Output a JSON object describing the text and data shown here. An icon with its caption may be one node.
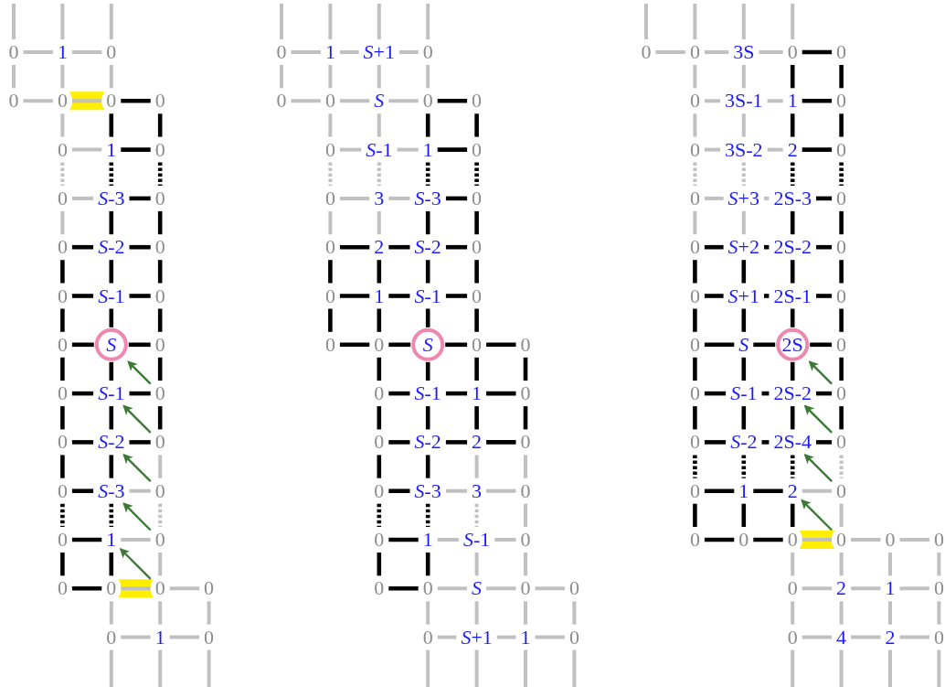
{
  "diagram": {
    "nodes": [
      {
        "text": [
          "0"
        ]
      },
      {
        "text": [
          "1"
        ]
      },
      {
        "text": [
          "0"
        ]
      },
      {
        "text": [
          "0"
        ]
      },
      {
        "text": [
          "0"
        ]
      },
      {
        "text": [
          "0"
        ]
      },
      {
        "text": [
          "0"
        ]
      },
      {
        "text": [
          "0"
        ]
      },
      {
        "text": [
          "1"
        ]
      },
      {
        "text": [
          "0"
        ]
      },
      {
        "text": [
          "0"
        ]
      },
      {
        "text": [
          "*S*-3"
        ]
      },
      {
        "text": [
          "0"
        ]
      },
      {
        "text": [
          "0"
        ]
      },
      {
        "text": [
          "*S*-2"
        ]
      },
      {
        "text": [
          "0"
        ]
      },
      {
        "text": [
          "0"
        ]
      },
      {
        "text": [
          "*S*-1"
        ]
      },
      {
        "text": [
          "0"
        ]
      },
      {
        "text": [
          "0"
        ]
      },
      {
        "text": [
          "S"
        ]
      },
      {
        "text": [
          "0"
        ]
      },
      {
        "text": [
          "0"
        ]
      },
      {
        "text": [
          "*S*-1"
        ]
      },
      {
        "text": [
          "0"
        ]
      },
      {
        "text": [
          "0"
        ]
      },
      {
        "text": [
          "*S*-2"
        ]
      },
      {
        "text": [
          "0"
        ]
      },
      {
        "text": [
          "0"
        ]
      },
      {
        "text": [
          "*S*-3"
        ]
      },
      {
        "text": [
          "0"
        ]
      },
      {
        "text": [
          "0"
        ]
      },
      {
        "text": [
          "1"
        ]
      },
      {
        "text": [
          "0"
        ]
      },
      {
        "text": [
          "0"
        ]
      },
      {
        "text": [
          "0"
        ]
      },
      {
        "text": [
          "0"
        ]
      },
      {
        "text": [
          "0"
        ]
      },
      {
        "text": [
          "0"
        ]
      },
      {
        "text": [
          "1"
        ]
      },
      {
        "text": [
          "0"
        ]
      },
      {
        "text": [
          "0"
        ]
      },
      {
        "text": [
          "1"
        ]
      },
      {
        "text": [
          "*S*+1"
        ]
      },
      {
        "text": [
          "0"
        ]
      },
      {
        "text": [
          "0"
        ]
      },
      {
        "text": [
          "0"
        ]
      },
      {
        "text": [
          "S"
        ]
      },
      {
        "text": [
          "0"
        ]
      },
      {
        "text": [
          "0"
        ]
      },
      {
        "text": [
          "0"
        ]
      },
      {
        "text": [
          "*S*-1"
        ]
      },
      {
        "text": [
          "1"
        ]
      },
      {
        "text": [
          "0"
        ]
      },
      {
        "text": [
          "0"
        ]
      },
      {
        "text": [
          "3"
        ]
      },
      {
        "text": [
          "*S*-3"
        ]
      },
      {
        "text": [
          "0"
        ]
      },
      {
        "text": [
          "0"
        ]
      },
      {
        "text": [
          "2"
        ]
      },
      {
        "text": [
          "*S*-2"
        ]
      },
      {
        "text": [
          "0"
        ]
      },
      {
        "text": [
          "0"
        ]
      },
      {
        "text": [
          "1"
        ]
      },
      {
        "text": [
          "*S*-1"
        ]
      },
      {
        "text": [
          "0"
        ]
      },
      {
        "text": [
          "0"
        ]
      },
      {
        "text": [
          "0"
        ]
      },
      {
        "text": [
          "S"
        ]
      },
      {
        "text": [
          "0"
        ]
      },
      {
        "text": [
          "0"
        ]
      },
      {
        "text": [
          "0"
        ]
      },
      {
        "text": [
          "*S*-1"
        ]
      },
      {
        "text": [
          "1"
        ]
      },
      {
        "text": [
          "0"
        ]
      },
      {
        "text": [
          "0"
        ]
      },
      {
        "text": [
          "*S*-2"
        ]
      },
      {
        "text": [
          "2"
        ]
      },
      {
        "text": [
          "0"
        ]
      },
      {
        "text": [
          "0"
        ]
      },
      {
        "text": [
          "*S*-3"
        ]
      },
      {
        "text": [
          "3"
        ]
      },
      {
        "text": [
          "0"
        ]
      },
      {
        "text": [
          "0"
        ]
      },
      {
        "text": [
          "1"
        ]
      },
      {
        "text": [
          "*S*-1"
        ]
      },
      {
        "text": [
          "0"
        ]
      },
      {
        "text": [
          "0"
        ]
      },
      {
        "text": [
          "0"
        ]
      },
      {
        "text": [
          "S"
        ]
      },
      {
        "text": [
          "0"
        ]
      },
      {
        "text": [
          "0"
        ]
      },
      {
        "text": [
          "0"
        ]
      },
      {
        "text": [
          "*S*+1"
        ]
      },
      {
        "text": [
          "1"
        ]
      },
      {
        "text": [
          "0"
        ]
      },
      {
        "text": [
          "0"
        ]
      },
      {
        "text": [
          "0"
        ]
      },
      {
        "text": [
          "3S"
        ]
      },
      {
        "text": [
          "0"
        ]
      },
      {
        "text": [
          "0"
        ]
      },
      {
        "text": [
          "0"
        ]
      },
      {
        "text": [
          "3S-1"
        ]
      },
      {
        "text": [
          "1"
        ]
      },
      {
        "text": [
          "0"
        ]
      },
      {
        "text": [
          "0"
        ]
      },
      {
        "text": [
          "3S-2"
        ]
      },
      {
        "text": [
          "2"
        ]
      },
      {
        "text": [
          "0"
        ]
      },
      {
        "text": [
          "0"
        ]
      },
      {
        "text": [
          "*S*+3"
        ]
      },
      {
        "text": [
          "2S-3"
        ]
      },
      {
        "text": [
          "0"
        ]
      },
      {
        "text": [
          "0"
        ]
      },
      {
        "text": [
          "*S*+2"
        ]
      },
      {
        "text": [
          "2S-2"
        ]
      },
      {
        "text": [
          "0"
        ]
      },
      {
        "text": [
          "0"
        ]
      },
      {
        "text": [
          "*S*+1"
        ]
      },
      {
        "text": [
          "2S-1"
        ]
      },
      {
        "text": [
          "0"
        ]
      },
      {
        "text": [
          "0"
        ]
      },
      {
        "text": [
          "S"
        ]
      },
      {
        "text": [
          "2S"
        ]
      },
      {
        "text": [
          "0"
        ]
      },
      {
        "text": [
          "0"
        ]
      },
      {
        "text": [
          "*S*-1"
        ]
      },
      {
        "text": [
          "2S-2"
        ]
      },
      {
        "text": [
          "0"
        ]
      },
      {
        "text": [
          "0"
        ]
      },
      {
        "text": [
          "*S*-2"
        ]
      },
      {
        "text": [
          "2S-4"
        ]
      },
      {
        "text": [
          "0"
        ]
      },
      {
        "text": [
          "0"
        ]
      },
      {
        "text": [
          "1"
        ]
      },
      {
        "text": [
          "2"
        ]
      },
      {
        "text": [
          "0"
        ]
      },
      {
        "text": [
          "0"
        ]
      },
      {
        "text": [
          "0"
        ]
      },
      {
        "text": [
          "0"
        ]
      },
      {
        "text": [
          "0"
        ]
      },
      {
        "text": [
          "0"
        ]
      },
      {
        "text": [
          "0"
        ]
      },
      {
        "text": [
          "0"
        ]
      },
      {
        "text": [
          "2"
        ]
      },
      {
        "text": [
          "1"
        ]
      },
      {
        "text": [
          "0"
        ]
      },
      {
        "text": [
          "0"
        ]
      },
      {
        "text": [
          "4"
        ]
      },
      {
        "text": [
          "2"
        ]
      },
      {
        "text": [
          "0"
        ]
      }
    ],
    "edges": [
      {
        "from": 0,
        "to": null,
        "arrow": "none",
        "color": "#c0c0c0"
      },
      {
        "from": 1,
        "to": null,
        "arrow": "none",
        "color": "#c0c0c0"
      },
      {
        "from": 2,
        "to": null,
        "arrow": "none",
        "color": "#c0c0c0"
      },
      {
        "from": 0,
        "to": 1,
        "arrow": "none",
        "color": "#c0c0c0"
      },
      {
        "from": 1,
        "to": 2,
        "arrow": "none",
        "color": "#c0c0c0"
      },
      {
        "from": 0,
        "to": 3,
        "arrow": "none",
        "color": "#c0c0c0"
      },
      {
        "from": 1,
        "to": 4,
        "arrow": "none",
        "color": "#c0c0c0"
      },
      {
        "from": 2,
        "to": 5,
        "arrow": "none",
        "color": "#c0c0c0"
      },
      {
        "from": 3,
        "to": 4,
        "arrow": "none",
        "color": "#c0c0c0"
      },
      {
        "from": 4,
        "to": 5,
        "arrow": "none",
        "color": "#c0c0c0"
      },
      {
        "from": 5,
        "to": 6,
        "arrow": "none"
      },
      {
        "from": 4,
        "to": 7,
        "arrow": "none",
        "color": "#c0c0c0"
      },
      {
        "from": 5,
        "to": 8,
        "arrow": "none"
      },
      {
        "from": 6,
        "to": 9,
        "arrow": "none"
      },
      {
        "from": 7,
        "to": 8,
        "arrow": "none",
        "color": "#c0c0c0"
      },
      {
        "from": 8,
        "to": 9,
        "arrow": "none"
      },
      {
        "from": 7,
        "to": 10,
        "arrow": "none",
        "style": "dashed",
        "color": "#c0c0c0"
      },
      {
        "from": 8,
        "to": 11,
        "arrow": "none",
        "style": "dashed"
      },
      {
        "from": 9,
        "to": 12,
        "arrow": "none",
        "style": "dashed"
      },
      {
        "from": 10,
        "to": 11,
        "arrow": "none",
        "color": "#c0c0c0"
      },
      {
        "from": 11,
        "to": 12,
        "arrow": "none"
      },
      {
        "from": 10,
        "to": 13,
        "arrow": "none",
        "color": "#c0c0c0"
      },
      {
        "from": 11,
        "to": 14,
        "arrow": "none"
      },
      {
        "from": 12,
        "to": 15,
        "arrow": "none"
      },
      {
        "from": 13,
        "to": 14,
        "arrow": "none"
      },
      {
        "from": 14,
        "to": 15,
        "arrow": "none"
      },
      {
        "from": 13,
        "to": 16,
        "arrow": "none"
      },
      {
        "from": 14,
        "to": 17,
        "arrow": "none"
      },
      {
        "from": 15,
        "to": 18,
        "arrow": "none"
      },
      {
        "from": 16,
        "to": 17,
        "arrow": "none"
      },
      {
        "from": 17,
        "to": 18,
        "arrow": "none"
      },
      {
        "from": 16,
        "to": 19,
        "arrow": "none"
      },
      {
        "from": 17,
        "to": 20,
        "arrow": "none"
      },
      {
        "from": 18,
        "to": 21,
        "arrow": "none"
      },
      {
        "from": 19,
        "to": 20,
        "arrow": "none"
      },
      {
        "from": 20,
        "to": 21,
        "arrow": "none"
      },
      {
        "from": 19,
        "to": 22,
        "arrow": "none"
      },
      {
        "from": 20,
        "to": 23,
        "arrow": "none"
      },
      {
        "from": 21,
        "to": 24,
        "arrow": "none"
      },
      {
        "from": 22,
        "to": 23,
        "arrow": "none"
      },
      {
        "from": 23,
        "to": 24,
        "arrow": "none"
      },
      {
        "from": 22,
        "to": 25,
        "arrow": "none"
      },
      {
        "from": 23,
        "to": 26,
        "arrow": "none"
      },
      {
        "from": 24,
        "to": 27,
        "arrow": "none"
      },
      {
        "from": 25,
        "to": 26,
        "arrow": "none"
      },
      {
        "from": 26,
        "to": 27,
        "arrow": "none"
      },
      {
        "from": 25,
        "to": 28,
        "arrow": "none"
      },
      {
        "from": 26,
        "to": 29,
        "arrow": "none"
      },
      {
        "from": 27,
        "to": 30,
        "arrow": "none",
        "color": "#c0c0c0"
      },
      {
        "from": 28,
        "to": 29,
        "arrow": "none"
      },
      {
        "from": 29,
        "to": 30,
        "arrow": "none",
        "color": "#c0c0c0"
      },
      {
        "from": 28,
        "to": 31,
        "arrow": "none",
        "style": "dashed"
      },
      {
        "from": 29,
        "to": 32,
        "arrow": "none",
        "style": "dashed"
      },
      {
        "from": 30,
        "to": 33,
        "arrow": "none",
        "style": "dashed",
        "color": "#c0c0c0"
      },
      {
        "from": 31,
        "to": 32,
        "arrow": "none"
      },
      {
        "from": 32,
        "to": 33,
        "arrow": "none",
        "color": "#c0c0c0"
      },
      {
        "from": 31,
        "to": 34,
        "arrow": "none"
      },
      {
        "from": 32,
        "to": 35,
        "arrow": "none"
      },
      {
        "from": 33,
        "to": 36,
        "arrow": "none",
        "color": "#c0c0c0"
      },
      {
        "from": 34,
        "to": 35,
        "arrow": "none"
      },
      {
        "from": 35,
        "to": 36,
        "arrow": "none",
        "color": "#c0c0c0"
      },
      {
        "from": 36,
        "to": 37,
        "arrow": "none",
        "color": "#c0c0c0"
      },
      {
        "from": 35,
        "to": 38,
        "arrow": "none",
        "color": "#c0c0c0"
      },
      {
        "from": 36,
        "to": 39,
        "arrow": "none",
        "color": "#c0c0c0"
      },
      {
        "from": 37,
        "to": 40,
        "arrow": "none",
        "color": "#c0c0c0"
      },
      {
        "from": 38,
        "to": 39,
        "arrow": "none",
        "color": "#c0c0c0"
      },
      {
        "from": 39,
        "to": 40,
        "arrow": "none",
        "color": "#c0c0c0"
      },
      {
        "from": 38,
        "to": null,
        "arrow": "none",
        "color": "#c0c0c0"
      },
      {
        "from": 39,
        "to": null,
        "arrow": "none",
        "color": "#c0c0c0"
      },
      {
        "from": 40,
        "to": null,
        "arrow": "none",
        "color": "#c0c0c0"
      },
      {
        "from": 24,
        "to": 20,
        "arrow": "to",
        "color": "#3b7a35"
      },
      {
        "from": 27,
        "to": 23,
        "arrow": "to",
        "color": "#3b7a35"
      },
      {
        "from": 30,
        "to": 26,
        "arrow": "to",
        "color": "#3b7a35"
      },
      {
        "from": 33,
        "to": 29,
        "arrow": "to",
        "color": "#3b7a35"
      },
      {
        "from": 36,
        "to": 32,
        "arrow": "to",
        "color": "#3b7a35"
      },
      {
        "from": 41,
        "to": null,
        "arrow": "none",
        "color": "#c0c0c0"
      },
      {
        "from": 42,
        "to": null,
        "arrow": "none",
        "color": "#c0c0c0"
      },
      {
        "from": 43,
        "to": null,
        "arrow": "none",
        "color": "#c0c0c0"
      },
      {
        "from": 44,
        "to": null,
        "arrow": "none",
        "color": "#c0c0c0"
      },
      {
        "from": 41,
        "to": 42,
        "arrow": "none",
        "color": "#c0c0c0"
      },
      {
        "from": 42,
        "to": 43,
        "arrow": "none",
        "color": "#c0c0c0"
      },
      {
        "from": 43,
        "to": 44,
        "arrow": "none",
        "color": "#c0c0c0"
      },
      {
        "from": 41,
        "to": 45,
        "arrow": "none",
        "color": "#c0c0c0"
      },
      {
        "from": 42,
        "to": 46,
        "arrow": "none",
        "color": "#c0c0c0"
      },
      {
        "from": 43,
        "to": 47,
        "arrow": "none",
        "color": "#c0c0c0"
      },
      {
        "from": 44,
        "to": 48,
        "arrow": "none",
        "color": "#c0c0c0"
      },
      {
        "from": 45,
        "to": 46,
        "arrow": "none",
        "color": "#c0c0c0"
      },
      {
        "from": 46,
        "to": 47,
        "arrow": "none",
        "color": "#c0c0c0"
      },
      {
        "from": 47,
        "to": 48,
        "arrow": "none",
        "color": "#c0c0c0"
      },
      {
        "from": 48,
        "to": 49,
        "arrow": "none"
      },
      {
        "from": 46,
        "to": 50,
        "arrow": "none",
        "color": "#c0c0c0"
      },
      {
        "from": 47,
        "to": 51,
        "arrow": "none",
        "color": "#c0c0c0"
      },
      {
        "from": 48,
        "to": 52,
        "arrow": "none"
      },
      {
        "from": 49,
        "to": 53,
        "arrow": "none"
      },
      {
        "from": 50,
        "to": 51,
        "arrow": "none",
        "color": "#c0c0c0"
      },
      {
        "from": 51,
        "to": 52,
        "arrow": "none",
        "color": "#c0c0c0"
      },
      {
        "from": 52,
        "to": 53,
        "arrow": "none"
      },
      {
        "from": 50,
        "to": 54,
        "arrow": "none",
        "style": "dashed",
        "color": "#c0c0c0"
      },
      {
        "from": 51,
        "to": 55,
        "arrow": "none",
        "style": "dashed",
        "color": "#c0c0c0"
      },
      {
        "from": 52,
        "to": 56,
        "arrow": "none",
        "style": "dashed"
      },
      {
        "from": 53,
        "to": 57,
        "arrow": "none",
        "style": "dashed"
      },
      {
        "from": 54,
        "to": 55,
        "arrow": "none",
        "color": "#c0c0c0"
      },
      {
        "from": 55,
        "to": 56,
        "arrow": "none",
        "color": "#c0c0c0"
      },
      {
        "from": 56,
        "to": 57,
        "arrow": "none"
      },
      {
        "from": 54,
        "to": 58,
        "arrow": "none",
        "color": "#c0c0c0"
      },
      {
        "from": 55,
        "to": 59,
        "arrow": "none",
        "color": "#c0c0c0"
      },
      {
        "from": 56,
        "to": 60,
        "arrow": "none"
      },
      {
        "from": 57,
        "to": 61,
        "arrow": "none"
      },
      {
        "from": 58,
        "to": 59,
        "arrow": "none"
      },
      {
        "from": 59,
        "to": 60,
        "arrow": "none"
      },
      {
        "from": 60,
        "to": 61,
        "arrow": "none"
      },
      {
        "from": 58,
        "to": 62,
        "arrow": "none"
      },
      {
        "from": 59,
        "to": 63,
        "arrow": "none"
      },
      {
        "from": 60,
        "to": 64,
        "arrow": "none"
      },
      {
        "from": 61,
        "to": 65,
        "arrow": "none"
      },
      {
        "from": 62,
        "to": 63,
        "arrow": "none"
      },
      {
        "from": 63,
        "to": 64,
        "arrow": "none"
      },
      {
        "from": 64,
        "to": 65,
        "arrow": "none"
      },
      {
        "from": 62,
        "to": 66,
        "arrow": "none"
      },
      {
        "from": 63,
        "to": 67,
        "arrow": "none"
      },
      {
        "from": 64,
        "to": 68,
        "arrow": "none"
      },
      {
        "from": 65,
        "to": 69,
        "arrow": "none"
      },
      {
        "from": 66,
        "to": 67,
        "arrow": "none"
      },
      {
        "from": 67,
        "to": 68,
        "arrow": "none"
      },
      {
        "from": 68,
        "to": 69,
        "arrow": "none"
      },
      {
        "from": 69,
        "to": 70,
        "arrow": "none"
      },
      {
        "from": 67,
        "to": 71,
        "arrow": "none"
      },
      {
        "from": 68,
        "to": 72,
        "arrow": "none"
      },
      {
        "from": 69,
        "to": 73,
        "arrow": "none"
      },
      {
        "from": 70,
        "to": 74,
        "arrow": "none"
      },
      {
        "from": 71,
        "to": 72,
        "arrow": "none"
      },
      {
        "from": 72,
        "to": 73,
        "arrow": "none"
      },
      {
        "from": 73,
        "to": 74,
        "arrow": "none"
      },
      {
        "from": 71,
        "to": 75,
        "arrow": "none"
      },
      {
        "from": 72,
        "to": 76,
        "arrow": "none"
      },
      {
        "from": 73,
        "to": 77,
        "arrow": "none"
      },
      {
        "from": 74,
        "to": 78,
        "arrow": "none"
      },
      {
        "from": 75,
        "to": 76,
        "arrow": "none"
      },
      {
        "from": 76,
        "to": 77,
        "arrow": "none"
      },
      {
        "from": 77,
        "to": 78,
        "arrow": "none"
      },
      {
        "from": 75,
        "to": 79,
        "arrow": "none"
      },
      {
        "from": 76,
        "to": 80,
        "arrow": "none"
      },
      {
        "from": 77,
        "to": 81,
        "arrow": "none",
        "color": "#c0c0c0"
      },
      {
        "from": 78,
        "to": 82,
        "arrow": "none",
        "color": "#c0c0c0"
      },
      {
        "from": 79,
        "to": 80,
        "arrow": "none"
      },
      {
        "from": 80,
        "to": 81,
        "arrow": "none",
        "color": "#c0c0c0"
      },
      {
        "from": 81,
        "to": 82,
        "arrow": "none",
        "color": "#c0c0c0"
      },
      {
        "from": 79,
        "to": 83,
        "arrow": "none",
        "style": "dashed"
      },
      {
        "from": 80,
        "to": 84,
        "arrow": "none",
        "style": "dashed"
      },
      {
        "from": 81,
        "to": 85,
        "arrow": "none",
        "style": "dashed",
        "color": "#c0c0c0"
      },
      {
        "from": 82,
        "to": 86,
        "arrow": "none",
        "color": "#c0c0c0"
      },
      {
        "from": 83,
        "to": 84,
        "arrow": "none"
      },
      {
        "from": 84,
        "to": 85,
        "arrow": "none",
        "color": "#c0c0c0"
      },
      {
        "from": 85,
        "to": 86,
        "arrow": "none",
        "color": "#c0c0c0"
      },
      {
        "from": 83,
        "to": 87,
        "arrow": "none"
      },
      {
        "from": 84,
        "to": 88,
        "arrow": "none"
      },
      {
        "from": 85,
        "to": 89,
        "arrow": "none",
        "color": "#c0c0c0"
      },
      {
        "from": 86,
        "to": 90,
        "arrow": "none",
        "color": "#c0c0c0"
      },
      {
        "from": 87,
        "to": 88,
        "arrow": "none"
      },
      {
        "from": 88,
        "to": 89,
        "arrow": "none",
        "color": "#c0c0c0"
      },
      {
        "from": 89,
        "to": 90,
        "arrow": "none",
        "color": "#c0c0c0"
      },
      {
        "from": 90,
        "to": 91,
        "arrow": "none",
        "color": "#c0c0c0"
      },
      {
        "from": 88,
        "to": 92,
        "arrow": "none",
        "color": "#c0c0c0"
      },
      {
        "from": 89,
        "to": 93,
        "arrow": "none",
        "color": "#c0c0c0"
      },
      {
        "from": 90,
        "to": 94,
        "arrow": "none",
        "color": "#c0c0c0"
      },
      {
        "from": 91,
        "to": 95,
        "arrow": "none",
        "color": "#c0c0c0"
      },
      {
        "from": 92,
        "to": 93,
        "arrow": "none",
        "color": "#c0c0c0"
      },
      {
        "from": 93,
        "to": 94,
        "arrow": "none",
        "color": "#c0c0c0"
      },
      {
        "from": 94,
        "to": 95,
        "arrow": "none",
        "color": "#c0c0c0"
      },
      {
        "from": 92,
        "to": null,
        "arrow": "none",
        "color": "#c0c0c0"
      },
      {
        "from": 93,
        "to": null,
        "arrow": "none",
        "color": "#c0c0c0"
      },
      {
        "from": 94,
        "to": null,
        "arrow": "none",
        "color": "#c0c0c0"
      },
      {
        "from": 95,
        "to": null,
        "arrow": "none",
        "color": "#c0c0c0"
      },
      {
        "from": 96,
        "to": null,
        "arrow": "none",
        "color": "#c0c0c0"
      },
      {
        "from": 97,
        "to": null,
        "arrow": "none",
        "color": "#c0c0c0"
      },
      {
        "from": 98,
        "to": null,
        "arrow": "none",
        "color": "#c0c0c0"
      },
      {
        "from": 99,
        "to": null,
        "arrow": "none",
        "color": "#c0c0c0"
      },
      {
        "from": 96,
        "to": 97,
        "arrow": "none",
        "color": "#c0c0c0"
      },
      {
        "from": 97,
        "to": 98,
        "arrow": "none",
        "color": "#c0c0c0"
      },
      {
        "from": 98,
        "to": 99,
        "arrow": "none",
        "color": "#c0c0c0"
      },
      {
        "from": 99,
        "to": 100,
        "arrow": "none"
      },
      {
        "from": 97,
        "to": 101,
        "arrow": "none",
        "color": "#c0c0c0"
      },
      {
        "from": 98,
        "to": 102,
        "arrow": "none",
        "color": "#c0c0c0"
      },
      {
        "from": 99,
        "to": 103,
        "arrow": "none"
      },
      {
        "from": 100,
        "to": 104,
        "arrow": "none"
      },
      {
        "from": 101,
        "to": 102,
        "arrow": "none",
        "color": "#c0c0c0"
      },
      {
        "from": 102,
        "to": 103,
        "arrow": "none",
        "color": "#c0c0c0"
      },
      {
        "from": 103,
        "to": 104,
        "arrow": "none"
      },
      {
        "from": 101,
        "to": 105,
        "arrow": "none",
        "color": "#c0c0c0"
      },
      {
        "from": 102,
        "to": 106,
        "arrow": "none",
        "color": "#c0c0c0"
      },
      {
        "from": 103,
        "to": 107,
        "arrow": "none"
      },
      {
        "from": 104,
        "to": 108,
        "arrow": "none"
      },
      {
        "from": 105,
        "to": 106,
        "arrow": "none",
        "color": "#c0c0c0"
      },
      {
        "from": 106,
        "to": 107,
        "arrow": "none",
        "color": "#c0c0c0"
      },
      {
        "from": 107,
        "to": 108,
        "arrow": "none"
      },
      {
        "from": 105,
        "to": 109,
        "arrow": "none",
        "style": "dashed",
        "color": "#c0c0c0"
      },
      {
        "from": 106,
        "to": 110,
        "arrow": "none",
        "style": "dashed",
        "color": "#c0c0c0"
      },
      {
        "from": 107,
        "to": 111,
        "arrow": "none",
        "style": "dashed"
      },
      {
        "from": 108,
        "to": 112,
        "arrow": "none",
        "style": "dashed"
      },
      {
        "from": 109,
        "to": 110,
        "arrow": "none",
        "color": "#c0c0c0"
      },
      {
        "from": 110,
        "to": 111,
        "arrow": "none",
        "color": "#c0c0c0"
      },
      {
        "from": 111,
        "to": 112,
        "arrow": "none"
      },
      {
        "from": 109,
        "to": 113,
        "arrow": "none",
        "color": "#c0c0c0"
      },
      {
        "from": 110,
        "to": 114,
        "arrow": "none",
        "color": "#c0c0c0"
      },
      {
        "from": 111,
        "to": 115,
        "arrow": "none"
      },
      {
        "from": 112,
        "to": 116,
        "arrow": "none"
      },
      {
        "from": 113,
        "to": 114,
        "arrow": "none"
      },
      {
        "from": 114,
        "to": 115,
        "arrow": "none"
      },
      {
        "from": 115,
        "to": 116,
        "arrow": "none"
      },
      {
        "from": 113,
        "to": 117,
        "arrow": "none"
      },
      {
        "from": 114,
        "to": 118,
        "arrow": "none"
      },
      {
        "from": 115,
        "to": 119,
        "arrow": "none"
      },
      {
        "from": 116,
        "to": 120,
        "arrow": "none"
      },
      {
        "from": 117,
        "to": 118,
        "arrow": "none"
      },
      {
        "from": 118,
        "to": 119,
        "arrow": "none"
      },
      {
        "from": 119,
        "to": 120,
        "arrow": "none"
      },
      {
        "from": 117,
        "to": 121,
        "arrow": "none"
      },
      {
        "from": 118,
        "to": 122,
        "arrow": "none"
      },
      {
        "from": 119,
        "to": 123,
        "arrow": "none"
      },
      {
        "from": 120,
        "to": 124,
        "arrow": "none"
      },
      {
        "from": 121,
        "to": 122,
        "arrow": "none"
      },
      {
        "from": 122,
        "to": 123,
        "arrow": "none"
      },
      {
        "from": 123,
        "to": 124,
        "arrow": "none"
      },
      {
        "from": 121,
        "to": 125,
        "arrow": "none"
      },
      {
        "from": 122,
        "to": 126,
        "arrow": "none"
      },
      {
        "from": 123,
        "to": 127,
        "arrow": "none"
      },
      {
        "from": 124,
        "to": 128,
        "arrow": "none"
      },
      {
        "from": 125,
        "to": 126,
        "arrow": "none"
      },
      {
        "from": 126,
        "to": 127,
        "arrow": "none"
      },
      {
        "from": 127,
        "to": 128,
        "arrow": "none"
      },
      {
        "from": 125,
        "to": 129,
        "arrow": "none"
      },
      {
        "from": 126,
        "to": 130,
        "arrow": "none"
      },
      {
        "from": 127,
        "to": 131,
        "arrow": "none"
      },
      {
        "from": 128,
        "to": 132,
        "arrow": "none"
      },
      {
        "from": 129,
        "to": 130,
        "arrow": "none"
      },
      {
        "from": 130,
        "to": 131,
        "arrow": "none"
      },
      {
        "from": 131,
        "to": 132,
        "arrow": "none"
      },
      {
        "from": 129,
        "to": 133,
        "arrow": "none",
        "style": "dashed"
      },
      {
        "from": 130,
        "to": 134,
        "arrow": "none",
        "style": "dashed"
      },
      {
        "from": 131,
        "to": 135,
        "arrow": "none",
        "style": "dashed"
      },
      {
        "from": 132,
        "to": 136,
        "arrow": "none",
        "style": "dashed",
        "color": "#c0c0c0"
      },
      {
        "from": 133,
        "to": 134,
        "arrow": "none"
      },
      {
        "from": 134,
        "to": 135,
        "arrow": "none"
      },
      {
        "from": 135,
        "to": 136,
        "arrow": "none",
        "color": "#c0c0c0"
      },
      {
        "from": 133,
        "to": 137,
        "arrow": "none"
      },
      {
        "from": 134,
        "to": 138,
        "arrow": "none"
      },
      {
        "from": 135,
        "to": 139,
        "arrow": "none"
      },
      {
        "from": 136,
        "to": 140,
        "arrow": "none",
        "color": "#c0c0c0"
      },
      {
        "from": 137,
        "to": 138,
        "arrow": "none"
      },
      {
        "from": 138,
        "to": 139,
        "arrow": "none"
      },
      {
        "from": 139,
        "to": 140,
        "arrow": "none",
        "color": "#c0c0c0"
      },
      {
        "from": 140,
        "to": 141,
        "arrow": "none",
        "color": "#c0c0c0"
      },
      {
        "from": 141,
        "to": 142,
        "arrow": "none",
        "color": "#c0c0c0"
      },
      {
        "from": 139,
        "to": 143,
        "arrow": "none",
        "color": "#c0c0c0"
      },
      {
        "from": 140,
        "to": 144,
        "arrow": "none",
        "color": "#c0c0c0"
      },
      {
        "from": 141,
        "to": 145,
        "arrow": "none",
        "color": "#c0c0c0"
      },
      {
        "from": 142,
        "to": 146,
        "arrow": "none",
        "color": "#c0c0c0"
      },
      {
        "from": 143,
        "to": 144,
        "arrow": "none",
        "color": "#c0c0c0"
      },
      {
        "from": 144,
        "to": 145,
        "arrow": "none",
        "color": "#c0c0c0"
      },
      {
        "from": 145,
        "to": 146,
        "arrow": "none",
        "color": "#c0c0c0"
      },
      {
        "from": 143,
        "to": 147,
        "arrow": "none",
        "color": "#c0c0c0"
      },
      {
        "from": 144,
        "to": 148,
        "arrow": "none",
        "color": "#c0c0c0"
      },
      {
        "from": 145,
        "to": 149,
        "arrow": "none",
        "color": "#c0c0c0"
      },
      {
        "from": 146,
        "to": 150,
        "arrow": "none",
        "color": "#c0c0c0"
      },
      {
        "from": 147,
        "to": 148,
        "arrow": "none",
        "color": "#c0c0c0"
      },
      {
        "from": 148,
        "to": 149,
        "arrow": "none",
        "color": "#c0c0c0"
      },
      {
        "from": 149,
        "to": 150,
        "arrow": "none",
        "color": "#c0c0c0"
      },
      {
        "from": 147,
        "to": null,
        "arrow": "none",
        "color": "#c0c0c0"
      },
      {
        "from": 148,
        "to": null,
        "arrow": "none",
        "color": "#c0c0c0"
      },
      {
        "from": 149,
        "to": null,
        "arrow": "none",
        "color": "#c0c0c0"
      },
      {
        "from": 150,
        "to": null,
        "arrow": "none",
        "color": "#c0c0c0"
      },
      {
        "from": 128,
        "to": 123,
        "arrow": "to",
        "color": "#3b7a35"
      },
      {
        "from": 132,
        "to": 127,
        "arrow": "to",
        "color": "#3b7a35"
      },
      {
        "from": 136,
        "to": 131,
        "arrow": "to",
        "color": "#3b7a35"
      },
      {
        "from": 140,
        "to": 135,
        "arrow": "to",
        "color": "#3b7a35"
      }
    ]
  }
}
